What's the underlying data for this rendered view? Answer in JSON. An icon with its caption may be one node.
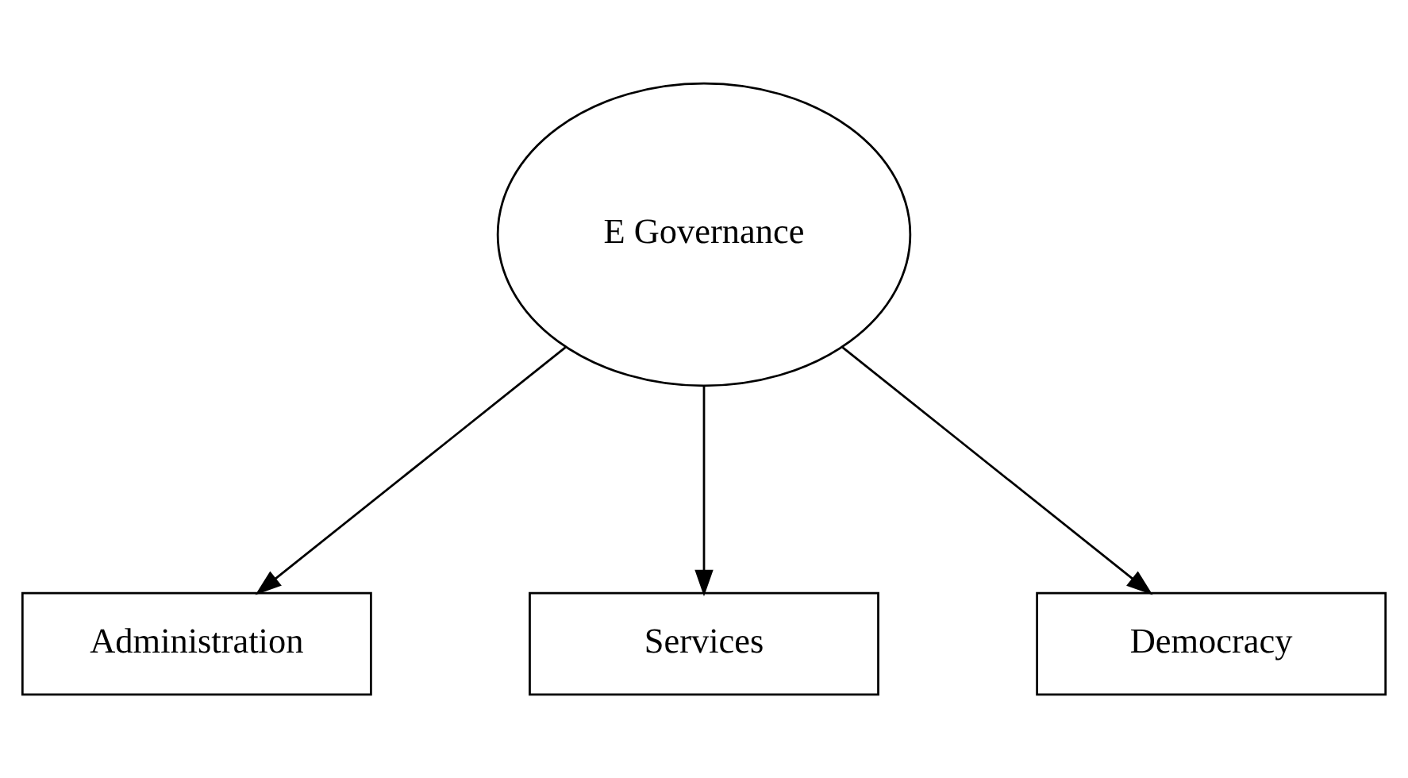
{
  "diagram": {
    "nodes": [
      {
        "text": [
          "E Governance"
        ]
      },
      {
        "text": [
          "Administration"
        ]
      },
      {
        "text": [
          "Services"
        ]
      },
      {
        "text": [
          "Democracy"
        ]
      }
    ],
    "edges": [
      {
        "from": 0,
        "to": 1,
        "arrow": "to"
      },
      {
        "from": 0,
        "to": 2,
        "arrow": "to"
      },
      {
        "from": 0,
        "to": 3,
        "arrow": "to"
      }
    ]
  }
}
